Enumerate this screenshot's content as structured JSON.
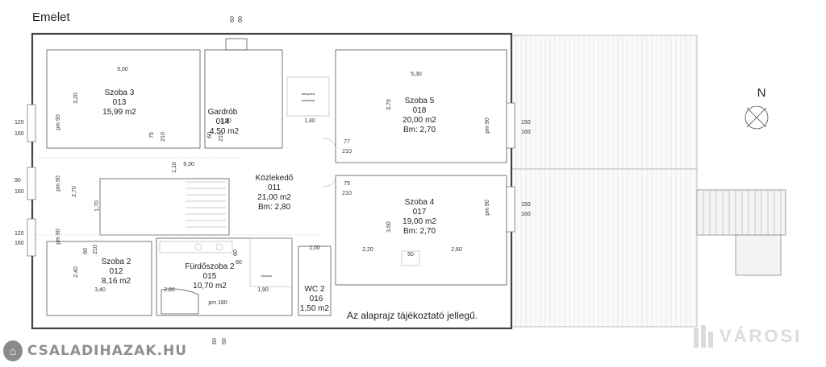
{
  "floor_title": "Emelet",
  "disclaimer": "Az alaprajz tájékoztató jellegű.",
  "north_label": "N",
  "rooms": {
    "szoba3": {
      "name": "Szoba 3",
      "code": "013",
      "area": "15,99 m2"
    },
    "gardrob": {
      "name": "Gardrób",
      "code": "014",
      "area": "4,50 m2"
    },
    "szoba5": {
      "name": "Szoba 5",
      "code": "018",
      "area": "20,00 m2",
      "height": "Bm: 2,70"
    },
    "kozlekedo": {
      "name": "Közlekedő",
      "code": "011",
      "area": "21,00 m2",
      "height": "Bm: 2,80"
    },
    "szoba4": {
      "name": "Szoba 4",
      "code": "017",
      "area": "19,00 m2",
      "height": "Bm: 2,70"
    },
    "szoba2": {
      "name": "Szoba 2",
      "code": "012",
      "area": "8,16 m2"
    },
    "furdo": {
      "name": "Fürdőszoba 2",
      "code": "015",
      "area": "10,70 m2"
    },
    "wc2": {
      "name": "WC 2",
      "code": "016",
      "area": "1,50 m2"
    }
  },
  "dimensions": {
    "d500": "5,00",
    "d320": "3,20",
    "d530": "5,30",
    "d370": "3,70",
    "d250": "2,50",
    "d140": "1,40",
    "d930": "9,30",
    "d110": "1,10",
    "d270": "2,70",
    "d170": "1,70",
    "d360": "3,60",
    "d220": "2,20",
    "d260": "2,60",
    "d100": "1,00",
    "d240": "2,40",
    "d340": "3,40",
    "d280": "2,80",
    "d190": "1,90",
    "pm180": "pm 180",
    "d210a": "210",
    "d210b": "210",
    "d210c": "210",
    "d210d": "210",
    "d210e": "210",
    "d75a": "75",
    "d75b": "75",
    "d77": "77",
    "d60a": "60",
    "d60b": "60",
    "d60c": "60",
    "d60d": "60",
    "d60top1": "60",
    "d60top2": "60",
    "d60bot1": "60",
    "d60bot2": "60",
    "d50": "50",
    "w1a": "120",
    "w1b": "160",
    "pm90a": "pm 90",
    "w2a": "90",
    "w2b": "160",
    "pm90b": "pm 90",
    "w3a": "120",
    "w3b": "160",
    "pm90c": "pm 90",
    "w4a": "150",
    "w4b": "160",
    "pm90d": "pm 90",
    "w5a": "150",
    "w5b": "160",
    "pm90e": "pm 90",
    "beepitett": "Beépített",
    "szekreny": "szekrény",
    "szauna": "Szauna"
  },
  "logos": {
    "left": "CSALADIHAZAK.HU",
    "right": "VÁROSI"
  }
}
